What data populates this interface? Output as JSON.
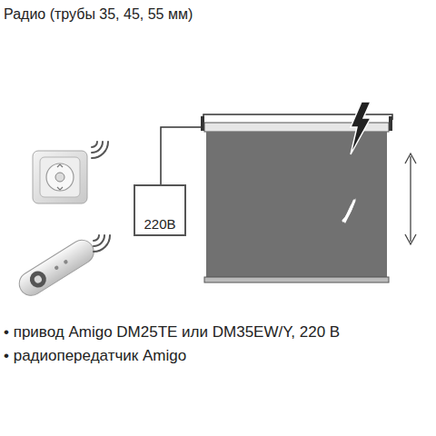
{
  "diagram": {
    "title": "Радио (трубы 35, 45, 55 мм)",
    "nodes": [
      {
        "text": [
          "220В"
        ]
      }
    ],
    "labels": [
      "• привод Amigo DM25TE или DM35EW/Y, 220 В",
      "• радиопередатчик Amigo"
    ]
  }
}
